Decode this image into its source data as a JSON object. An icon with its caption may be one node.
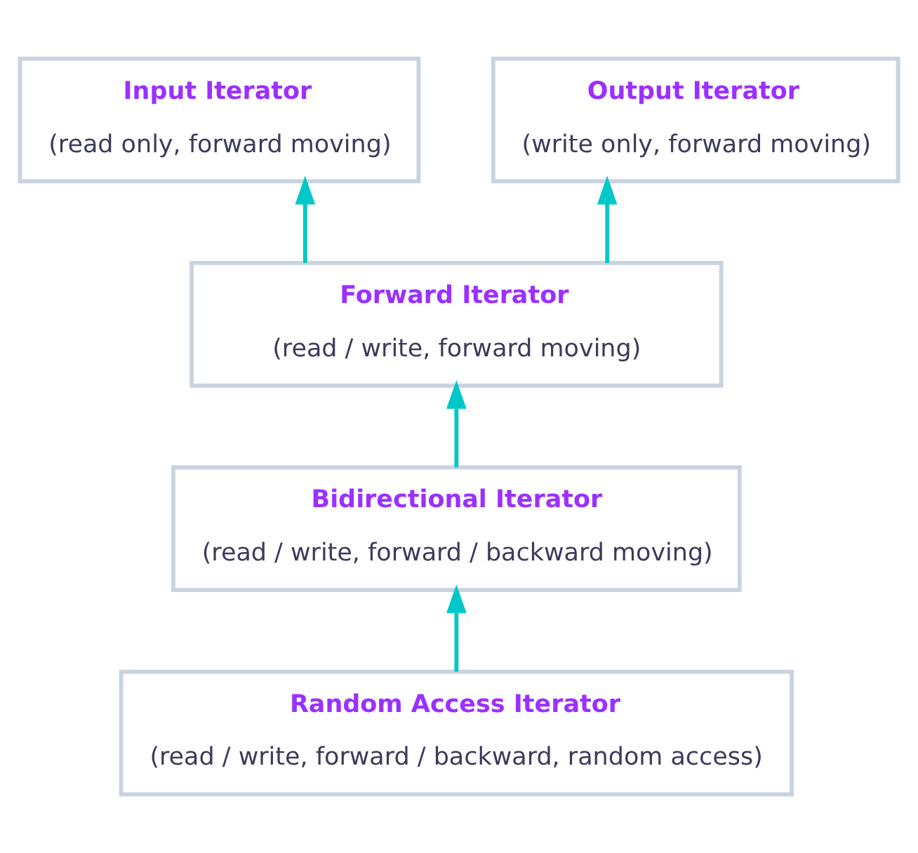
{
  "diagram": {
    "nodes": [
      {
        "text": [
          "Input Iterator",
          "(read only, forward moving)"
        ]
      },
      {
        "text": [
          "Output Iterator",
          "(write only, forward moving)"
        ]
      },
      {
        "text": [
          "Forward Iterator",
          "(read / write, forward moving)"
        ]
      },
      {
        "text": [
          "Bidirectional Iterator",
          "(read / write, forward / backward moving)"
        ]
      },
      {
        "text": [
          "Random Access Iterator",
          "(read / write, forward / backward, random access)"
        ]
      }
    ],
    "edges": [
      {
        "from": 2,
        "to": 0,
        "arrow": "to"
      },
      {
        "from": 2,
        "to": 1,
        "arrow": "to"
      },
      {
        "from": 3,
        "to": 2,
        "arrow": "to"
      },
      {
        "from": 4,
        "to": 3,
        "arrow": "to"
      }
    ]
  }
}
